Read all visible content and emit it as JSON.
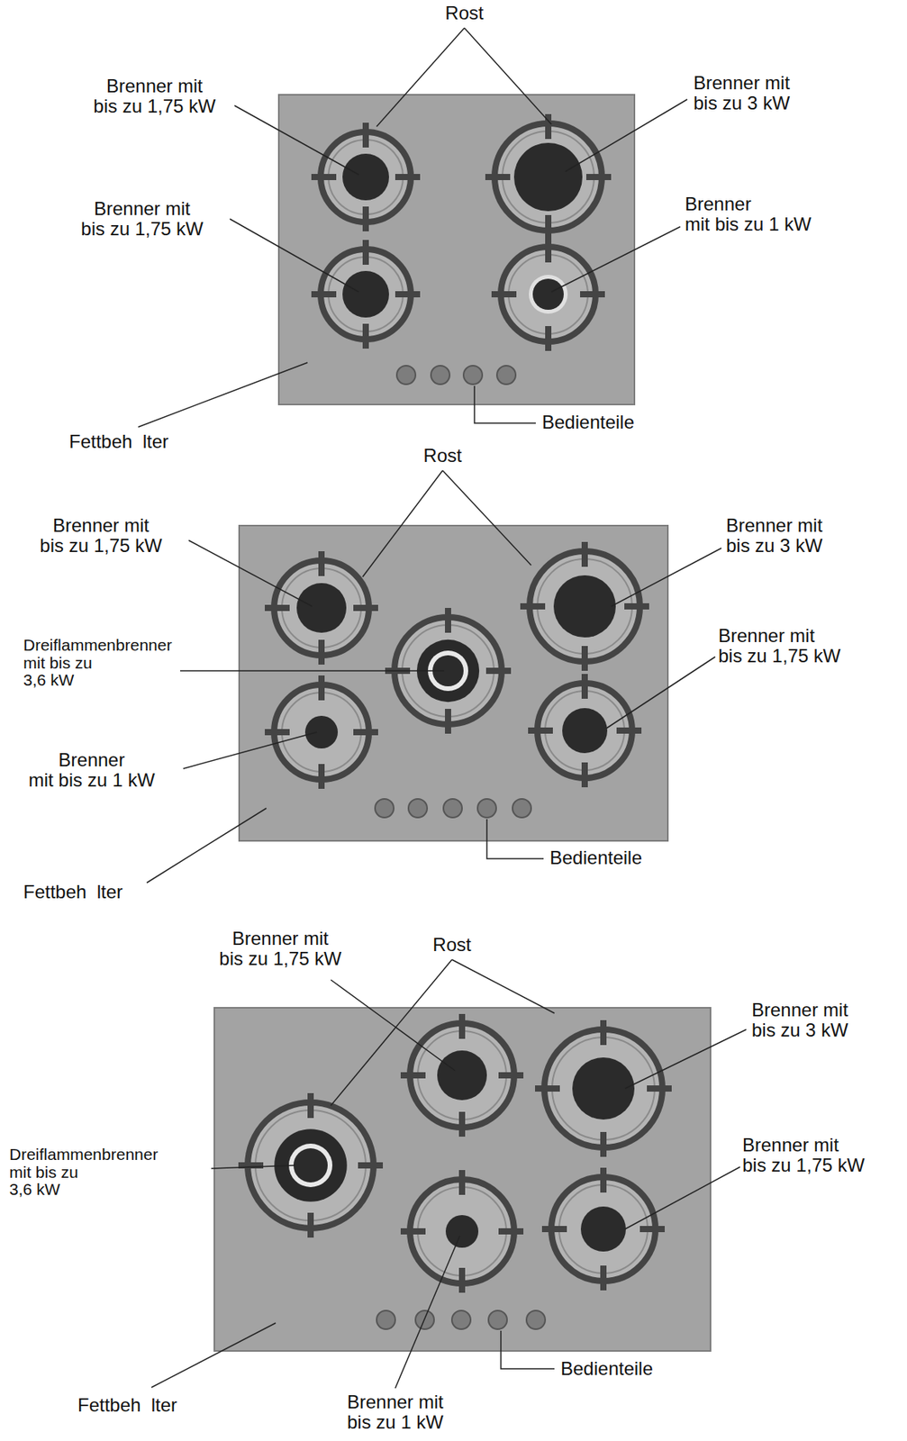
{
  "diagram": {
    "labels": [
      "Rost",
      "Brenner mit bis zu 1,75 kW",
      "Brenner mit bis zu 3 kW",
      "Brenner mit bis zu 1,75 kW",
      "Brenner mit bis zu 1 kW",
      "Fettbeh  lter",
      "Bedienteile",
      "Rost",
      "Brenner mit bis zu 1,75 kW",
      "Brenner mit bis zu 3 kW",
      "Dreiflammenbrenner mit bis zu 3,6 kW",
      "Brenner mit bis zu 1,75 kW",
      "Brenner mit bis zu 1 kW",
      "Fettbeh  lter",
      "Bedienteile",
      "Brenner mit bis zu 1,75 kW",
      "Rost",
      "Brenner mit bis zu 3 kW",
      "Dreiflammenbrenner mit bis zu 3,6 kW",
      "Brenner mit bis zu 1,75 kW",
      "Fettbeh  lter",
      "Bedienteile",
      "Brenner mit bis zu 1 kW"
    ]
  }
}
